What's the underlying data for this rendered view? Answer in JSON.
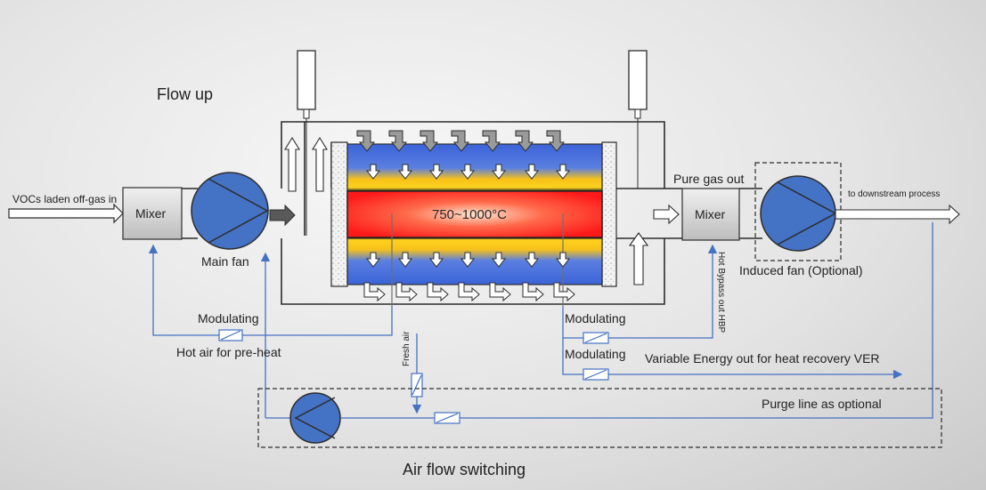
{
  "labels": {
    "flow_up": "Flow up",
    "inlet": "VOCs laden off-gas in",
    "mixer_left": "Mixer",
    "main_fan": "Main fan",
    "hot_zone": "750~1000°C",
    "pure_gas_out": "Pure gas out",
    "mixer_right": "Mixer",
    "to_downstream": "to downstream process",
    "induced_fan": "Induced fan (Optional)",
    "hot_bypass": "Hot Bypass out HBP",
    "modulating_left": "Modulating",
    "hot_air_preheat": "Hot air for pre-heat",
    "fresh_air": "Fresh air",
    "modulating_right_1": "Modulating",
    "modulating_right_2": "Modulating",
    "ver": "Variable Energy out for heat recovery VER",
    "purge_line": "Purge line as optional",
    "air_flow_switching": "Air flow switching"
  },
  "colors": {
    "pipe": "#2d2d2d",
    "signal_line": "#4472c4",
    "fan_fill": "#4472c4",
    "hot_core": "#ff2a2a",
    "warm_band": "#ffd21e",
    "cool_band": "#3a63d8",
    "mixer_fill": "#d9d9d9"
  },
  "icons": {
    "fan": "fan-icon",
    "arrow_down": "arrow-down-icon",
    "arrow_bent": "bent-arrow-icon",
    "damper": "damper-icon"
  }
}
